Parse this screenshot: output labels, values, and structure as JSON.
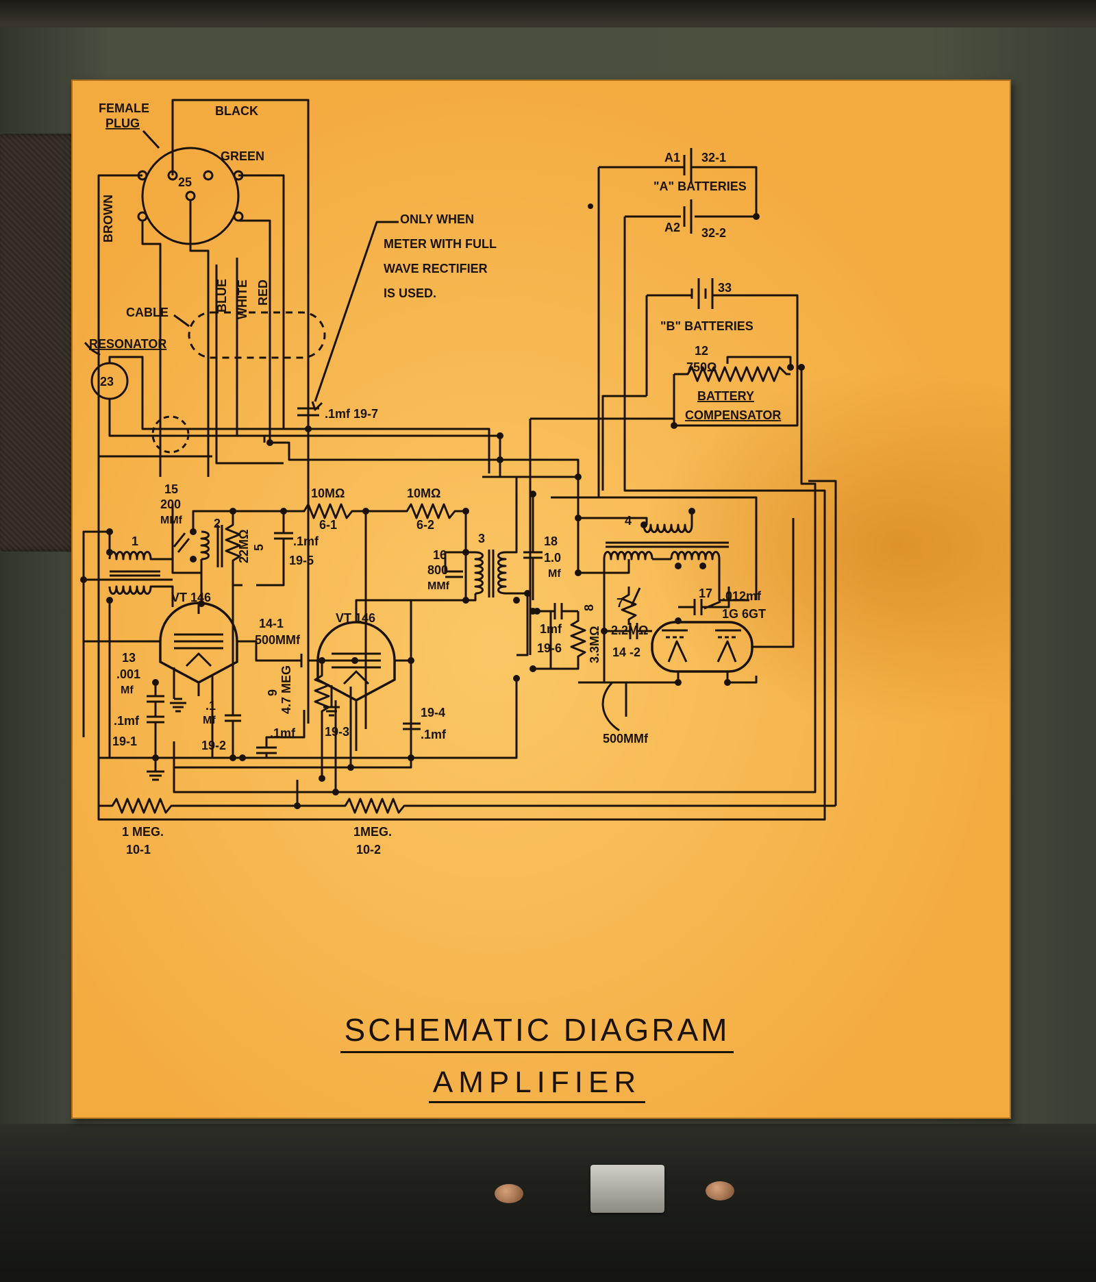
{
  "labels": {
    "female_plug_1": "FEMALE",
    "female_plug_2": "PLUG",
    "plug_number": "25",
    "wire_black": "BLACK",
    "wire_green": "GREEN",
    "wire_brown": "BROWN",
    "wire_blue": "BLUE",
    "wire_white": "WHITE",
    "wire_red": "RED",
    "cable": "CABLE",
    "resonator": "RESONATOR",
    "resonator_number": "23",
    "note_line1": "ONLY WHEN",
    "note_line2": "METER WITH FULL",
    "note_line3": "WAVE RECTIFIER",
    "note_line4": "IS USED.",
    "cap_19_7": ".1mf 19-7",
    "a1": "A1",
    "a_bat_1": "32-1",
    "a_batteries": "\"A\" BATTERIES",
    "a2": "A2",
    "a_bat_2": "32-2",
    "b_bat": "33",
    "b_batteries": "\"B\" BATTERIES",
    "r12_num": "12",
    "r12_val": "750Ω",
    "battery_comp_1": "BATTERY",
    "battery_comp_2": "COMPENSATOR",
    "r6_1_val": "10MΩ",
    "r6_1_num": "6-1",
    "r6_2_val": "10MΩ",
    "r6_2_num": "6-2",
    "c15_num": "15",
    "c15_val1": "200",
    "c15_val2": "MMf",
    "t2_num": "2",
    "r5_val": "22MΩ",
    "r5_num": "5",
    "c19_5_val": ".1mf",
    "c19_5_num": "19-5",
    "c16_num": "16",
    "c16_val1": "800",
    "c16_val2": "MMf",
    "t3_num": "3",
    "c18_num": "18",
    "c18_val1": "1.0",
    "c18_val2": "Mf",
    "t4_num": "4",
    "t1_num": "1",
    "vt146_a": "VT 146",
    "vt146_b": "VT 146",
    "c14_1_num": "14-1",
    "c14_1_val": "500MMf",
    "c13_num": "13",
    "c13_val1": ".001",
    "c13_val2": "Mf",
    "c19_1_val": ".1mf",
    "c19_1_num": "19-1",
    "c19_2_val1": ".1",
    "c19_2_val2": "Mf",
    "c19_2_num": "19-2",
    "r9_num": "9",
    "r9_val": "4.7 MEG",
    "c19_3_val": ".1mf",
    "c19_3_num": "19-3",
    "c19_4_num": "19-4",
    "c19_4_val": ".1mf",
    "c19_6_val": "1mf",
    "c19_6_num": "19-6",
    "r8_num": "8",
    "r8_val": "3.3MΩ",
    "r7_num": "7",
    "r7_val": "2.2MΩ",
    "c14_2_num": "14 -2",
    "c14_2_val": "500MMf",
    "c17_num": "17",
    "c17_val": ".012mf",
    "tube_1g6gt": "1G 6GT",
    "r10_1_val": "1 MEG.",
    "r10_1_num": "10-1",
    "r10_2_val": "1MEG.",
    "r10_2_num": "10-2"
  },
  "title": {
    "line1": "SCHEMATIC   DIAGRAM",
    "line2": "AMPLIFIER"
  }
}
